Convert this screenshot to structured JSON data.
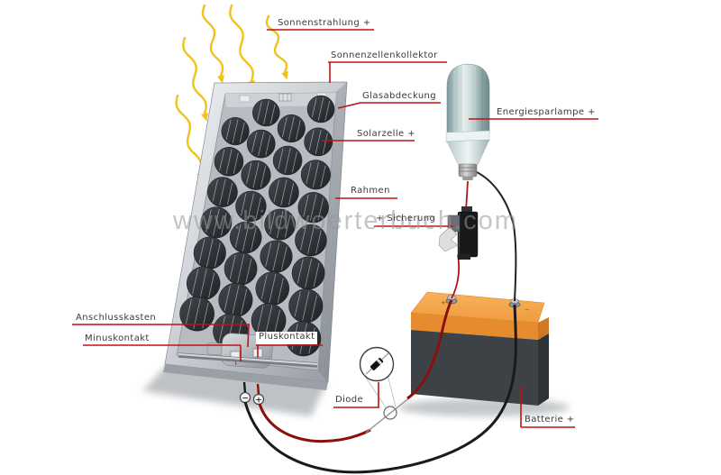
{
  "watermark": {
    "text": "www.bildwoerterbuch.com"
  },
  "labels": {
    "sonnenstrahlung": "Sonnenstrahlung +",
    "sonnenzellenkollektor": "Sonnenzellenkollektor",
    "glasabdeckung": "Glasabdeckung",
    "solarzelle": "Solarzelle +",
    "rahmen": "Rahmen",
    "energiesparlampe": "Energiesparlampe +",
    "sicherung": "+ Sicherung",
    "anschlusskasten": "Anschlusskasten",
    "minuskontakt": "Minuskontakt",
    "pluskontakt": "Pluskontakt",
    "diode": "Diode",
    "batterie": "Batterie +"
  },
  "terminals": {
    "minus": "−",
    "plus": "+"
  },
  "colors": {
    "leader_red": "#c11212",
    "ray_yellow": "#f0c21a",
    "battery_top_orange": "#f3a74e",
    "battery_front_orange": "#e68c2f",
    "battery_body": "#3d4246",
    "wire_red_thick": "#8a1010",
    "wire_red_thin": "#b31414",
    "wire_black": "#1a1a1a",
    "cell_dark": "#23272b",
    "frame_silver": "#c9cdd2"
  }
}
